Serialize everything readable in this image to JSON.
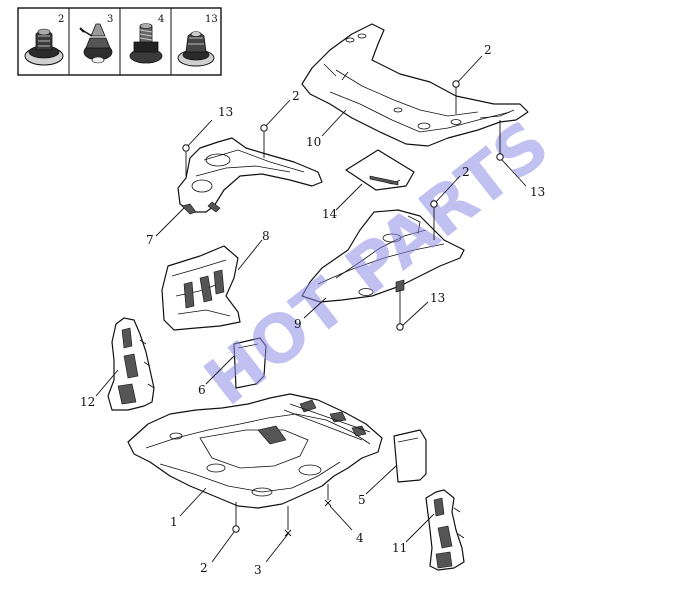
{
  "key": [
    {
      "num": "2",
      "icon": "push-clip-icon"
    },
    {
      "num": "3",
      "icon": "tapping-screw-icon"
    },
    {
      "num": "4",
      "icon": "flange-bolt-icon"
    },
    {
      "num": "13",
      "icon": "rivet-clip-icon"
    }
  ],
  "labels": {
    "p1": "1",
    "p2a": "2",
    "p2b": "2",
    "p2c": "2",
    "p2d": "2",
    "p3": "3",
    "p4": "4",
    "p5": "5",
    "p6": "6",
    "p7": "7",
    "p8": "8",
    "p9": "9",
    "p10": "10",
    "p11": "11",
    "p12": "12",
    "p13a": "13",
    "p13b": "13",
    "p13c": "13",
    "p14": "14"
  },
  "watermark": "HOT PARTS"
}
